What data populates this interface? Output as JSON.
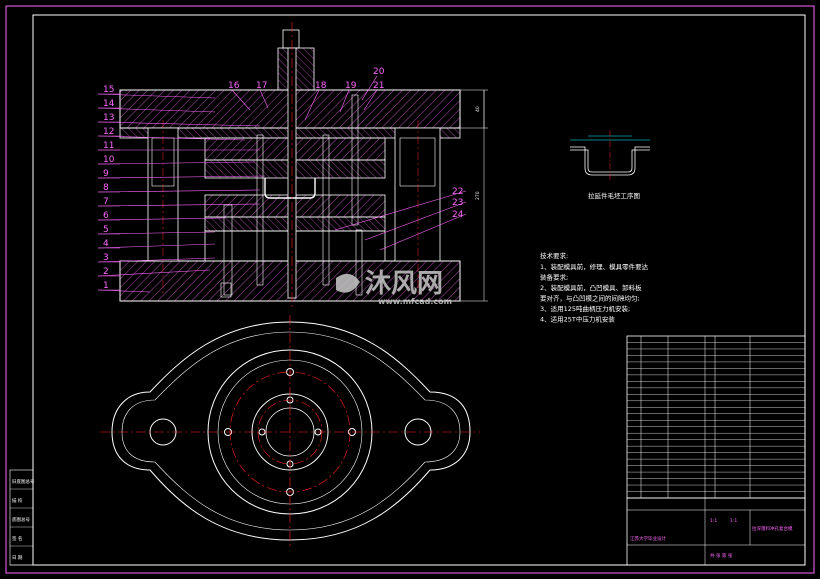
{
  "part_numbers": [
    "1",
    "2",
    "3",
    "4",
    "5",
    "6",
    "7",
    "8",
    "9",
    "10",
    "11",
    "12",
    "13",
    "14",
    "15",
    "16",
    "17",
    "18",
    "19",
    "20",
    "21",
    "22",
    "23",
    "24"
  ],
  "dimensions": {
    "height_total": "270",
    "height_top": "40"
  },
  "part_view": {
    "caption": "拉延件毛坯工序图"
  },
  "tech_requirements": {
    "title": "技术要求:",
    "lines": [
      "1、装配模具前，修理、模具零件要达",
      "装备要求;",
      "2、装配模具前，凸凹模具、卸料板",
      "要对齐，与凸凹模之间的间隙均匀;",
      "3、适用125吨曲柄压力机安装;",
      "4、适用25T中压力机安装"
    ]
  },
  "watermark": {
    "brand": "沐风网",
    "url": "www.mfcad.com"
  },
  "title_block": {
    "school": "江苏大学毕业设计",
    "title": "拉深落料冲孔复合模",
    "scale": "1:1",
    "weight": "1:1",
    "sheet": "共 张 第 张"
  },
  "left_stamp": [
    "旧底图总号",
    "描 校",
    "底图总号",
    "签 名",
    "日 期"
  ],
  "colors": {
    "outline": "#ffffff",
    "section": "#ff66ff",
    "centerline": "#ff2020",
    "label": "#ff66ff",
    "hidden": "#00ffff"
  }
}
